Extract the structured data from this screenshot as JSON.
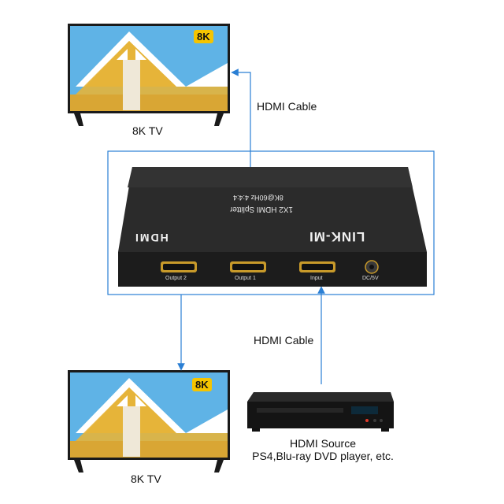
{
  "top_tv": {
    "badge": "8K",
    "label": "8K TV"
  },
  "bottom_tv": {
    "badge": "8K",
    "label": "8K TV"
  },
  "cables": {
    "top": "HDMI Cable",
    "bottom": "HDMI Cable"
  },
  "splitter": {
    "brand": "LINK-MI",
    "logo": "HDMI",
    "model": "1X2 HDMI Splitter",
    "spec": "8K@60Hz 4:4:4",
    "ports": [
      "Output 2",
      "Output 1",
      "Input",
      "DC/5V"
    ]
  },
  "source": {
    "title": "HDMI Source",
    "subtitle": "PS4,Blu-ray DVD player, etc."
  },
  "colors": {
    "arrow": "#2a7fd4",
    "frame": "#2a7fd4",
    "badge": "#f5c400",
    "device": "#1e1e1e"
  }
}
